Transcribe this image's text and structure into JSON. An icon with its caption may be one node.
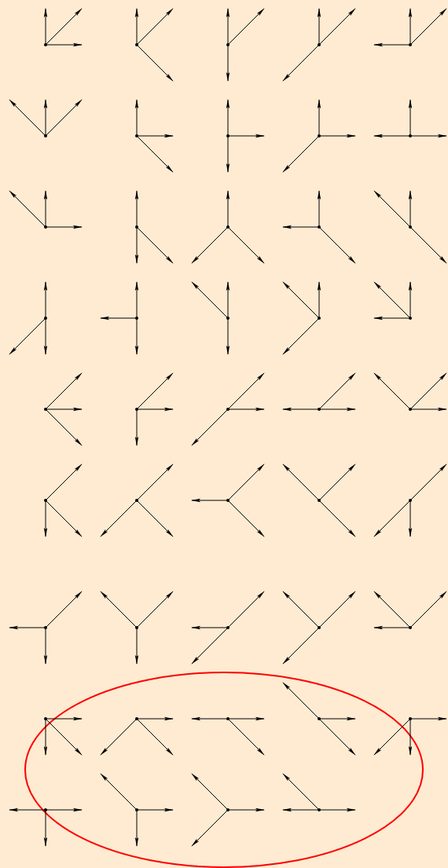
{
  "diagram": {
    "nodes": [
      {
        "text": [],
        "shape": "point"
      },
      {
        "text": [],
        "shape": "point"
      },
      {
        "text": [],
        "shape": "point"
      },
      {
        "text": [],
        "shape": "point"
      },
      {
        "text": [],
        "shape": "point"
      },
      {
        "text": [],
        "shape": "point"
      },
      {
        "text": [],
        "shape": "point"
      },
      {
        "text": [],
        "shape": "point"
      },
      {
        "text": [],
        "shape": "point"
      },
      {
        "text": [],
        "shape": "point"
      },
      {
        "text": [],
        "shape": "point"
      },
      {
        "text": [],
        "shape": "point"
      },
      {
        "text": [],
        "shape": "point"
      },
      {
        "text": [],
        "shape": "point"
      },
      {
        "text": [],
        "shape": "point"
      },
      {
        "text": [],
        "shape": "point"
      },
      {
        "text": [],
        "shape": "point"
      },
      {
        "text": [],
        "shape": "point"
      },
      {
        "text": [],
        "shape": "point"
      },
      {
        "text": [],
        "shape": "point"
      },
      {
        "text": [],
        "shape": "point"
      },
      {
        "text": [],
        "shape": "point"
      },
      {
        "text": [],
        "shape": "point"
      },
      {
        "text": [],
        "shape": "point"
      },
      {
        "text": [],
        "shape": "point"
      },
      {
        "text": [],
        "shape": "point"
      },
      {
        "text": [],
        "shape": "point"
      },
      {
        "text": [],
        "shape": "point"
      },
      {
        "text": [],
        "shape": "point"
      },
      {
        "text": [],
        "shape": "point"
      },
      {
        "text": [],
        "shape": "point"
      },
      {
        "text": [],
        "shape": "point"
      },
      {
        "text": [],
        "shape": "point"
      },
      {
        "text": [],
        "shape": "point"
      },
      {
        "text": [],
        "shape": "point"
      },
      {
        "text": [],
        "shape": "point"
      },
      {
        "text": [],
        "shape": "point"
      },
      {
        "text": [],
        "shape": "point"
      },
      {
        "text": [],
        "shape": "point"
      },
      {
        "text": [],
        "shape": "point"
      },
      {
        "text": [],
        "shape": "point"
      },
      {
        "text": [],
        "shape": "point"
      },
      {
        "text": [],
        "shape": "point"
      },
      {
        "text": [],
        "shape": "point"
      }
    ],
    "edges": [
      {
        "from": 0,
        "to": null,
        "arrow": "to"
      },
      {
        "from": 0,
        "to": null,
        "arrow": "to"
      },
      {
        "from": 0,
        "to": null,
        "arrow": "to"
      },
      {
        "from": 1,
        "to": null,
        "arrow": "to"
      },
      {
        "from": 1,
        "to": null,
        "arrow": "to"
      },
      {
        "from": 1,
        "to": null,
        "arrow": "to"
      },
      {
        "from": 2,
        "to": null,
        "arrow": "to"
      },
      {
        "from": 2,
        "to": null,
        "arrow": "to"
      },
      {
        "from": 2,
        "to": null,
        "arrow": "to"
      },
      {
        "from": 3,
        "to": null,
        "arrow": "to"
      },
      {
        "from": 3,
        "to": null,
        "arrow": "to"
      },
      {
        "from": 3,
        "to": null,
        "arrow": "to"
      },
      {
        "from": 4,
        "to": null,
        "arrow": "to"
      },
      {
        "from": 4,
        "to": null,
        "arrow": "to"
      },
      {
        "from": 4,
        "to": null,
        "arrow": "to"
      },
      {
        "from": 5,
        "to": null,
        "arrow": "to"
      },
      {
        "from": 5,
        "to": null,
        "arrow": "to"
      },
      {
        "from": 5,
        "to": null,
        "arrow": "to"
      },
      {
        "from": 6,
        "to": null,
        "arrow": "to"
      },
      {
        "from": 6,
        "to": null,
        "arrow": "to"
      },
      {
        "from": 6,
        "to": null,
        "arrow": "to"
      },
      {
        "from": 7,
        "to": null,
        "arrow": "to"
      },
      {
        "from": 7,
        "to": null,
        "arrow": "to"
      },
      {
        "from": 7,
        "to": null,
        "arrow": "to"
      },
      {
        "from": 8,
        "to": null,
        "arrow": "to"
      },
      {
        "from": 8,
        "to": null,
        "arrow": "to"
      },
      {
        "from": 8,
        "to": null,
        "arrow": "to"
      },
      {
        "from": 9,
        "to": null,
        "arrow": "to"
      },
      {
        "from": 9,
        "to": null,
        "arrow": "to"
      },
      {
        "from": 9,
        "to": null,
        "arrow": "to"
      },
      {
        "from": 10,
        "to": null,
        "arrow": "to"
      },
      {
        "from": 10,
        "to": null,
        "arrow": "to"
      },
      {
        "from": 10,
        "to": null,
        "arrow": "to"
      },
      {
        "from": 11,
        "to": null,
        "arrow": "to"
      },
      {
        "from": 11,
        "to": null,
        "arrow": "to"
      },
      {
        "from": 11,
        "to": null,
        "arrow": "to"
      },
      {
        "from": 12,
        "to": null,
        "arrow": "to"
      },
      {
        "from": 12,
        "to": null,
        "arrow": "to"
      },
      {
        "from": 12,
        "to": null,
        "arrow": "to"
      },
      {
        "from": 13,
        "to": null,
        "arrow": "to"
      },
      {
        "from": 13,
        "to": null,
        "arrow": "to"
      },
      {
        "from": 13,
        "to": null,
        "arrow": "to"
      },
      {
        "from": 14,
        "to": null,
        "arrow": "to"
      },
      {
        "from": 14,
        "to": null,
        "arrow": "to"
      },
      {
        "from": 14,
        "to": null,
        "arrow": "to"
      },
      {
        "from": 15,
        "to": null,
        "arrow": "to"
      },
      {
        "from": 15,
        "to": null,
        "arrow": "to"
      },
      {
        "from": 15,
        "to": null,
        "arrow": "to"
      },
      {
        "from": 16,
        "to": null,
        "arrow": "to"
      },
      {
        "from": 16,
        "to": null,
        "arrow": "to"
      },
      {
        "from": 16,
        "to": null,
        "arrow": "to"
      },
      {
        "from": 17,
        "to": null,
        "arrow": "to"
      },
      {
        "from": 17,
        "to": null,
        "arrow": "to"
      },
      {
        "from": 17,
        "to": null,
        "arrow": "to"
      },
      {
        "from": 18,
        "to": null,
        "arrow": "to"
      },
      {
        "from": 18,
        "to": null,
        "arrow": "to"
      },
      {
        "from": 18,
        "to": null,
        "arrow": "to"
      },
      {
        "from": 19,
        "to": null,
        "arrow": "to"
      },
      {
        "from": 19,
        "to": null,
        "arrow": "to"
      },
      {
        "from": 19,
        "to": null,
        "arrow": "to"
      },
      {
        "from": 20,
        "to": null,
        "arrow": "to"
      },
      {
        "from": 20,
        "to": null,
        "arrow": "to"
      },
      {
        "from": 20,
        "to": null,
        "arrow": "to"
      },
      {
        "from": 21,
        "to": null,
        "arrow": "to"
      },
      {
        "from": 21,
        "to": null,
        "arrow": "to"
      },
      {
        "from": 21,
        "to": null,
        "arrow": "to"
      },
      {
        "from": 22,
        "to": null,
        "arrow": "to"
      },
      {
        "from": 22,
        "to": null,
        "arrow": "to"
      },
      {
        "from": 22,
        "to": null,
        "arrow": "to"
      },
      {
        "from": 23,
        "to": null,
        "arrow": "to"
      },
      {
        "from": 23,
        "to": null,
        "arrow": "to"
      },
      {
        "from": 23,
        "to": null,
        "arrow": "to"
      },
      {
        "from": 24,
        "to": null,
        "arrow": "to"
      },
      {
        "from": 24,
        "to": null,
        "arrow": "to"
      },
      {
        "from": 24,
        "to": null,
        "arrow": "to"
      },
      {
        "from": 25,
        "to": null,
        "arrow": "to"
      },
      {
        "from": 25,
        "to": null,
        "arrow": "to"
      },
      {
        "from": 25,
        "to": null,
        "arrow": "to"
      },
      {
        "from": 26,
        "to": null,
        "arrow": "to"
      },
      {
        "from": 26,
        "to": null,
        "arrow": "to"
      },
      {
        "from": 26,
        "to": null,
        "arrow": "to"
      },
      {
        "from": 27,
        "to": null,
        "arrow": "to"
      },
      {
        "from": 27,
        "to": null,
        "arrow": "to"
      },
      {
        "from": 27,
        "to": null,
        "arrow": "to"
      },
      {
        "from": 28,
        "to": null,
        "arrow": "to"
      },
      {
        "from": 28,
        "to": null,
        "arrow": "to"
      },
      {
        "from": 28,
        "to": null,
        "arrow": "to"
      },
      {
        "from": 29,
        "to": null,
        "arrow": "to"
      },
      {
        "from": 29,
        "to": null,
        "arrow": "to"
      },
      {
        "from": 29,
        "to": null,
        "arrow": "to"
      },
      {
        "from": 30,
        "to": null,
        "arrow": "to"
      },
      {
        "from": 30,
        "to": null,
        "arrow": "to"
      },
      {
        "from": 30,
        "to": null,
        "arrow": "to"
      },
      {
        "from": 31,
        "to": null,
        "arrow": "to"
      },
      {
        "from": 31,
        "to": null,
        "arrow": "to"
      },
      {
        "from": 31,
        "to": null,
        "arrow": "to"
      },
      {
        "from": 32,
        "to": null,
        "arrow": "to"
      },
      {
        "from": 32,
        "to": null,
        "arrow": "to"
      },
      {
        "from": 32,
        "to": null,
        "arrow": "to"
      },
      {
        "from": 33,
        "to": null,
        "arrow": "to"
      },
      {
        "from": 33,
        "to": null,
        "arrow": "to"
      },
      {
        "from": 33,
        "to": null,
        "arrow": "to"
      },
      {
        "from": 34,
        "to": null,
        "arrow": "to"
      },
      {
        "from": 34,
        "to": null,
        "arrow": "to"
      },
      {
        "from": 34,
        "to": null,
        "arrow": "to"
      },
      {
        "from": 35,
        "to": null,
        "arrow": "to"
      },
      {
        "from": 35,
        "to": null,
        "arrow": "to"
      },
      {
        "from": 35,
        "to": null,
        "arrow": "to"
      },
      {
        "from": 36,
        "to": null,
        "arrow": "to"
      },
      {
        "from": 36,
        "to": null,
        "arrow": "to"
      },
      {
        "from": 36,
        "to": null,
        "arrow": "to"
      },
      {
        "from": 37,
        "to": null,
        "arrow": "to"
      },
      {
        "from": 37,
        "to": null,
        "arrow": "to"
      },
      {
        "from": 37,
        "to": null,
        "arrow": "to"
      },
      {
        "from": 38,
        "to": null,
        "arrow": "to"
      },
      {
        "from": 38,
        "to": null,
        "arrow": "to"
      },
      {
        "from": 38,
        "to": null,
        "arrow": "to"
      },
      {
        "from": 39,
        "to": null,
        "arrow": "to"
      },
      {
        "from": 39,
        "to": null,
        "arrow": "to"
      },
      {
        "from": 39,
        "to": null,
        "arrow": "to"
      },
      {
        "from": 40,
        "to": null,
        "arrow": "to"
      },
      {
        "from": 40,
        "to": null,
        "arrow": "to"
      },
      {
        "from": 40,
        "to": null,
        "arrow": "to"
      },
      {
        "from": 41,
        "to": null,
        "arrow": "to"
      },
      {
        "from": 41,
        "to": null,
        "arrow": "to"
      },
      {
        "from": 41,
        "to": null,
        "arrow": "to"
      },
      {
        "from": 42,
        "to": null,
        "arrow": "to"
      },
      {
        "from": 42,
        "to": null,
        "arrow": "to"
      },
      {
        "from": 42,
        "to": null,
        "arrow": "to"
      },
      {
        "from": 43,
        "to": null,
        "arrow": "to"
      },
      {
        "from": 43,
        "to": null,
        "arrow": "to"
      },
      {
        "from": 43,
        "to": null,
        "arrow": "to"
      }
    ]
  }
}
